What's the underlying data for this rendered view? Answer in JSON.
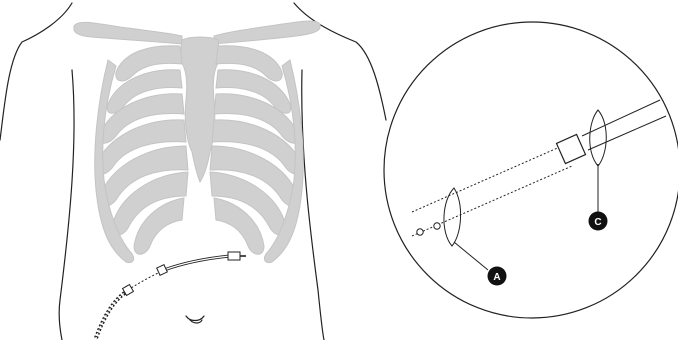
{
  "figure": {
    "title": "",
    "labels": [
      {
        "id": "label-a",
        "text": "A"
      },
      {
        "id": "label-c",
        "text": "C"
      }
    ]
  },
  "colors": {
    "outline": "#222222",
    "bone": "#d0d0d0",
    "bone_edge": "#c2c2c2",
    "badge": "#111111",
    "badge_text": "#ffffff"
  }
}
